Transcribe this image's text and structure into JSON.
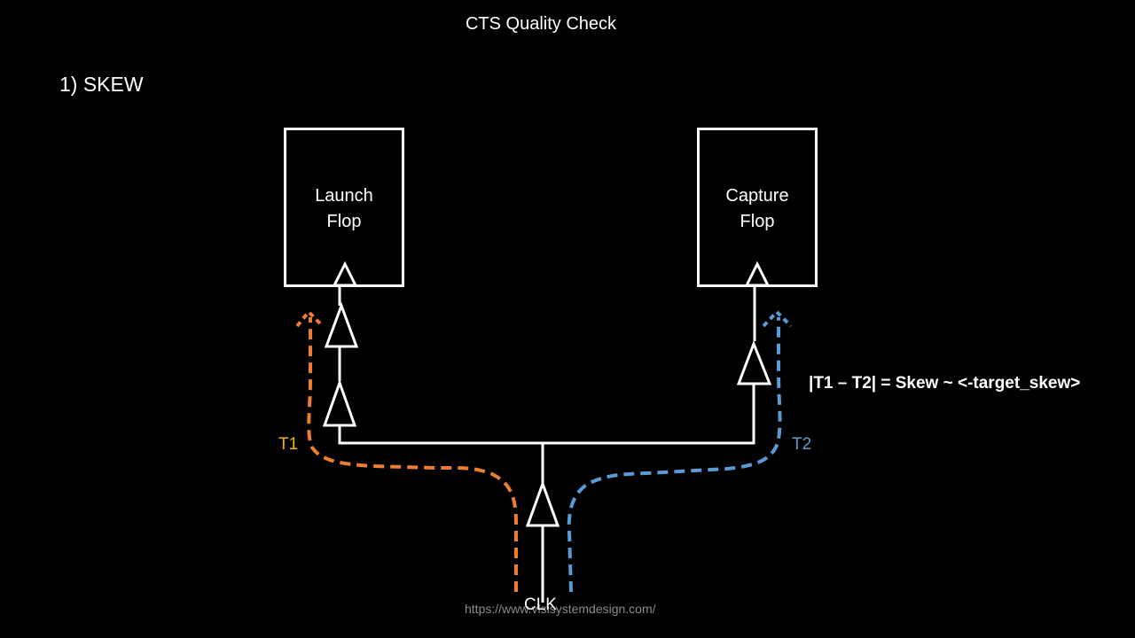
{
  "slide": {
    "title": "CTS Quality Check",
    "section_heading": "1) SKEW"
  },
  "diagram": {
    "launch_flop": {
      "line1": "Launch",
      "line2": "Flop"
    },
    "capture_flop": {
      "line1": "Capture",
      "line2": "Flop"
    },
    "clock_source_label": "CLK",
    "path_labels": {
      "t1": {
        "text": "T1",
        "color": "#f5b400"
      },
      "t2": {
        "text": "T2",
        "color": "#5b9bd5"
      }
    },
    "path_colors": {
      "t1_path": "#ed7d31",
      "t2_path": "#5b9bd5"
    },
    "buffers": {
      "launch_branch_count": 2,
      "capture_branch_count": 1,
      "root_count": 1
    },
    "formula": "|T1 – T2| = Skew ~ <-target_skew>"
  },
  "watermark": "https://www.vlsisystemdesign.com/"
}
